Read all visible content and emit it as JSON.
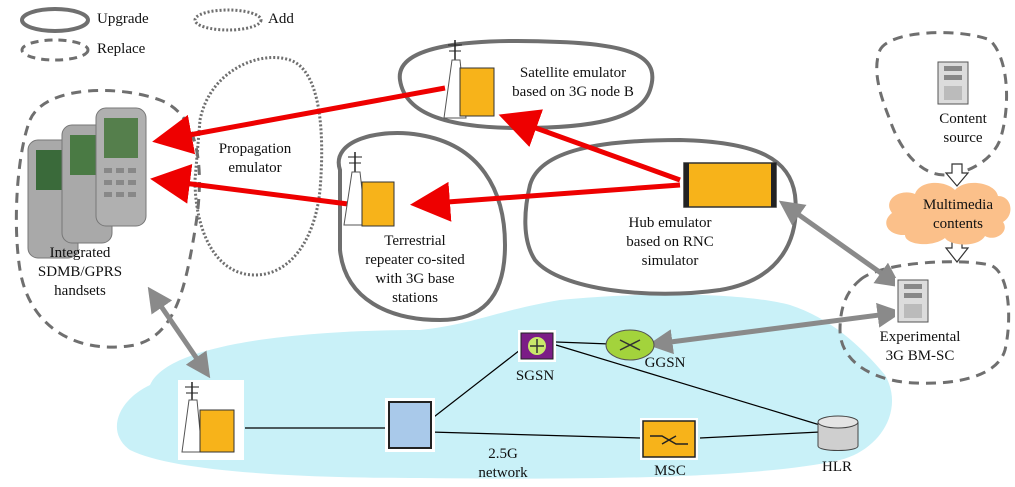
{
  "legend": {
    "upgrade": "Upgrade",
    "add": "Add",
    "replace": "Replace"
  },
  "nodes": {
    "satellite": "Satellite emulator\nbased on 3G node B",
    "content_source": "Content\nsource",
    "propagation": "Propagation\nemulator",
    "multimedia": "Multimedia\ncontents",
    "hub": "Hub emulator\nbased on RNC\nsimulator",
    "terrestrial": "Terrestrial\nrepeater co-sited\nwith 3G base\nstations",
    "handsets": "Integrated\nSDMB/GPRS\nhandsets",
    "bmsc": "Experimental\n3G BM-SC",
    "sgsn": "SGSN",
    "ggsn": "GGSN",
    "network": "2.5G\nnetwork",
    "msc": "MSC",
    "hlr": "HLR"
  },
  "colors": {
    "region_fill": "#c9f1f8",
    "outline": "#6f6f6f",
    "red_link": "#ee0000",
    "gray_link": "#8a8a8a",
    "node_orange": "#f7b31a",
    "cloud": "#fbc08a"
  }
}
